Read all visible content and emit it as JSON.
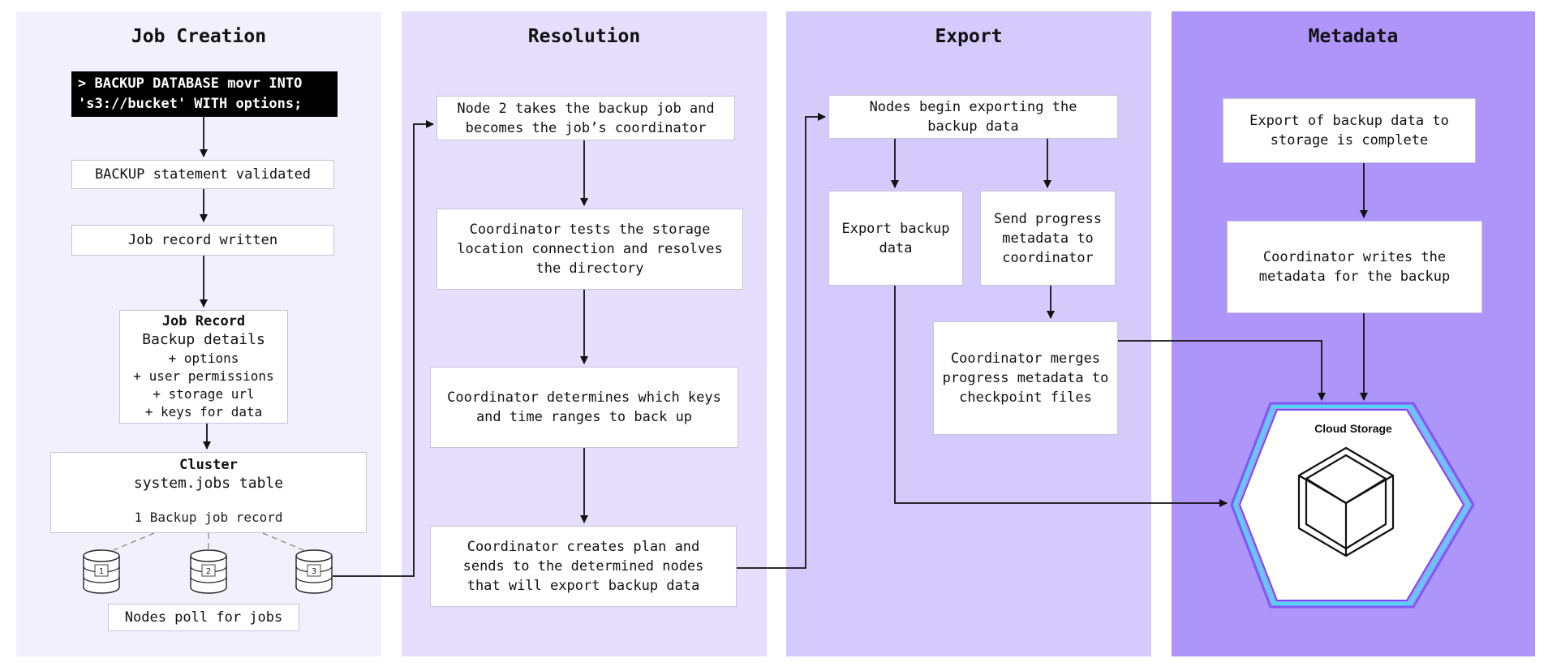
{
  "lanes": [
    {
      "title": "Job Creation"
    },
    {
      "title": "Resolution"
    },
    {
      "title": "Export"
    },
    {
      "title": "Metadata"
    }
  ],
  "job_creation": {
    "command": "> BACKUP DATABASE movr INTO\n's3://bucket' WITH options;",
    "validated": "BACKUP statement validated",
    "record_written": "Job record written",
    "job_record": {
      "title": "Job Record",
      "subtitle": "Backup details",
      "items": [
        "+ options",
        "+ user permissions",
        "+ storage url",
        "+ keys for data"
      ]
    },
    "cluster": {
      "title": "Cluster",
      "table": "system.jobs table",
      "record": "1 Backup job record"
    },
    "nodes": [
      "1",
      "2",
      "3"
    ],
    "nodes_poll": "Nodes poll for jobs"
  },
  "resolution": {
    "step1": "Node 2 takes the backup job and becomes the job’s coordinator",
    "step2": "Coordinator tests the storage location connection and resolves the directory",
    "step3": "Coordinator determines which keys and time ranges to back up",
    "step4": "Coordinator creates plan and sends to the determined nodes that will export backup data"
  },
  "export": {
    "begin": "Nodes begin exporting the backup data",
    "export_data": "Export backup data",
    "send_progress": "Send progress metadata to coordinator",
    "merge": "Coordinator merges progress metadata to checkpoint files"
  },
  "metadata": {
    "complete": "Export of backup data to storage is complete",
    "writes": "Coordinator writes the metadata for the backup",
    "cloud_storage": "Cloud Storage"
  },
  "colors": {
    "lane_1": "#f3f0fe",
    "lane_2": "#e5dffd",
    "lane_3": "#d5cafc",
    "lane_4": "#ad95fa",
    "hex_glow": "#5ad7f0",
    "hex_border": "#6f4cf0"
  },
  "icons": [
    "database-node-icon",
    "cube-icon",
    "arrow-icon"
  ]
}
